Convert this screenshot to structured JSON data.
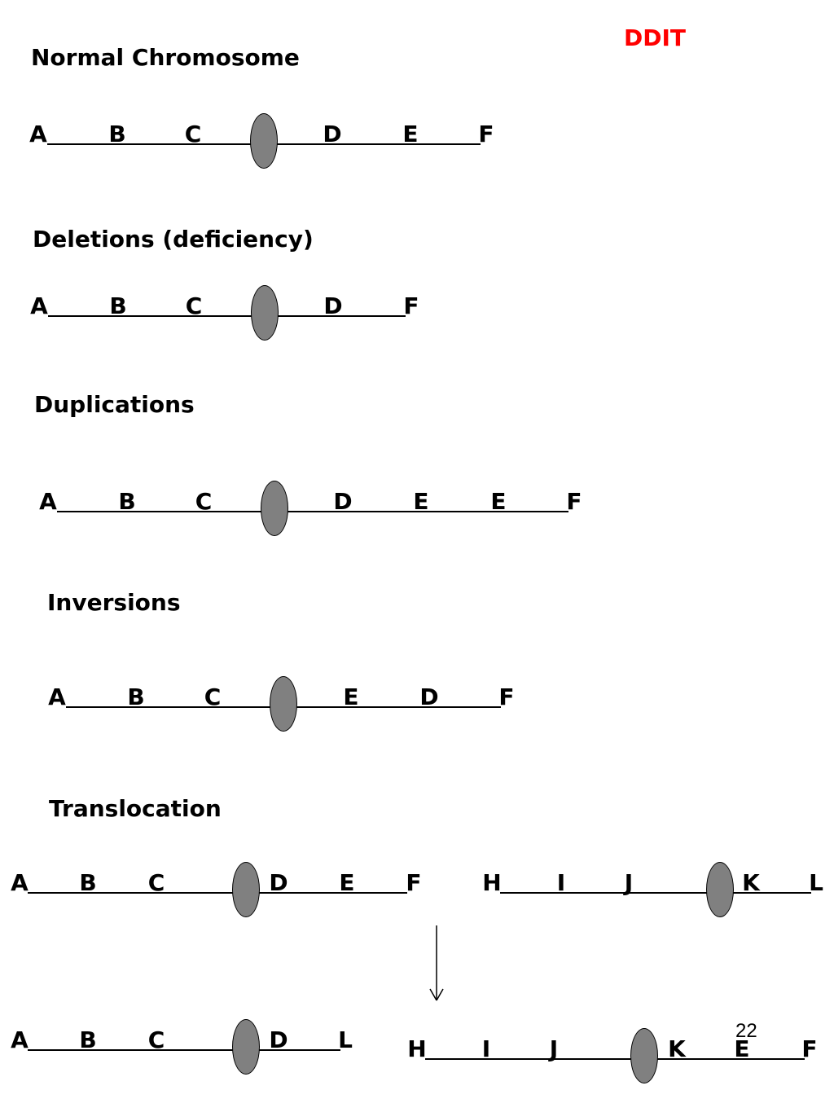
{
  "corner_label": "DDIT",
  "page_number": "22",
  "headings": {
    "normal": "Normal Chromosome",
    "deletions": "Deletions (deficiency)",
    "duplications": "Duplications",
    "inversions": "Inversions",
    "translocation": "Translocation"
  },
  "chromosomes": {
    "normal": [
      "A",
      "B",
      "C",
      "D",
      "E",
      "F"
    ],
    "deletion": [
      "A",
      "B",
      "C",
      "D",
      "F"
    ],
    "duplication": [
      "A",
      "B",
      "C",
      "D",
      "E",
      "E",
      "F"
    ],
    "inversion": [
      "A",
      "B",
      "C",
      "E",
      "D",
      "F"
    ],
    "trans_before_1": [
      "A",
      "B",
      "C",
      "D",
      "E",
      "F"
    ],
    "trans_before_2": [
      "H",
      "I",
      "J",
      "K",
      "L"
    ],
    "trans_after_1": [
      "A",
      "B",
      "C",
      "D",
      "L"
    ],
    "trans_after_2": [
      "H",
      "I",
      "J",
      "K",
      "E",
      "F"
    ]
  },
  "colors": {
    "centromere": "#808080",
    "corner_label": "#ff0000",
    "text": "#000000"
  }
}
